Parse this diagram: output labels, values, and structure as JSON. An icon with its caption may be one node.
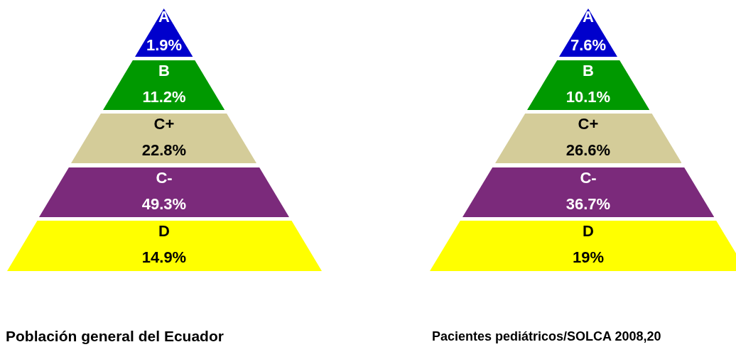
{
  "diagram": {
    "nodes": [
      {
        "text": [
          "A",
          "1.9%"
        ]
      },
      {
        "text": [
          "B",
          "11.2%"
        ]
      },
      {
        "text": [
          "C+",
          "22.8%"
        ]
      },
      {
        "text": [
          "C-",
          "49.3%"
        ]
      },
      {
        "text": [
          "D",
          "14.9%"
        ]
      },
      {
        "text": [
          "A",
          "7.6%"
        ]
      },
      {
        "text": [
          "B",
          "10.1%"
        ]
      },
      {
        "text": [
          "C+",
          "26.6%"
        ]
      },
      {
        "text": [
          "C-",
          "36.7%"
        ]
      },
      {
        "text": [
          "D",
          "19%"
        ]
      }
    ],
    "labels": [
      "Población general del Ecuador",
      "Pacientes pediátricos/SOLCA 2008,20"
    ]
  }
}
